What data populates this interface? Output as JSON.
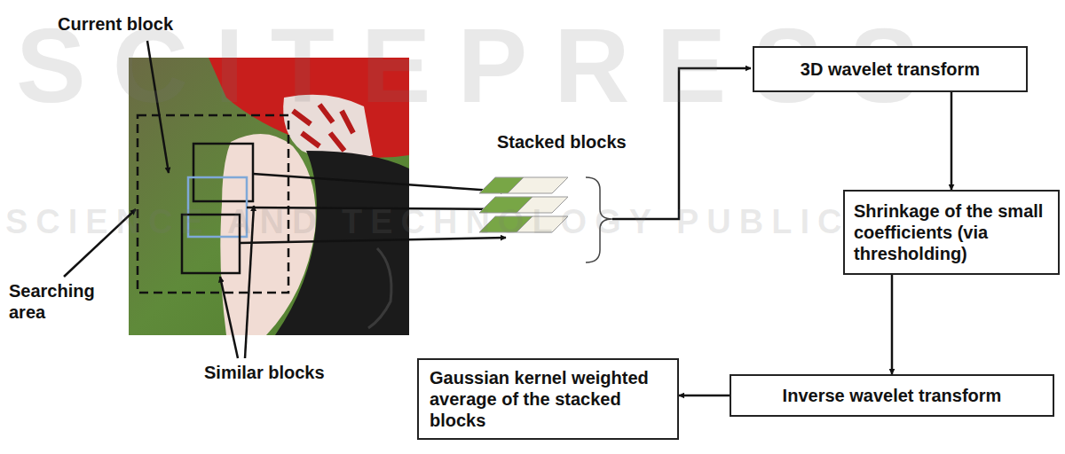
{
  "diagram": {
    "nodes": [
      {
        "text": [
          "3D wavelet transform"
        ]
      },
      {
        "text": [
          "Shrinkage of the small coefficients (via thresholding)"
        ]
      },
      {
        "text": [
          "Inverse wavelet transform"
        ]
      },
      {
        "text": [
          "Gaussian kernel weighted average of the stacked blocks"
        ]
      }
    ],
    "edges": [
      {
        "from": 0,
        "to": 1,
        "arrow": "to"
      },
      {
        "from": 1,
        "to": 2,
        "arrow": "to"
      },
      {
        "from": 2,
        "to": 3,
        "arrow": "to"
      }
    ],
    "labels": [
      "SCITEPRESS",
      "SCIENCE AND TECHNOLOGY PUBLICATIONS",
      "Current block",
      "Stacked blocks",
      "Searching area",
      "Similar blocks"
    ]
  }
}
